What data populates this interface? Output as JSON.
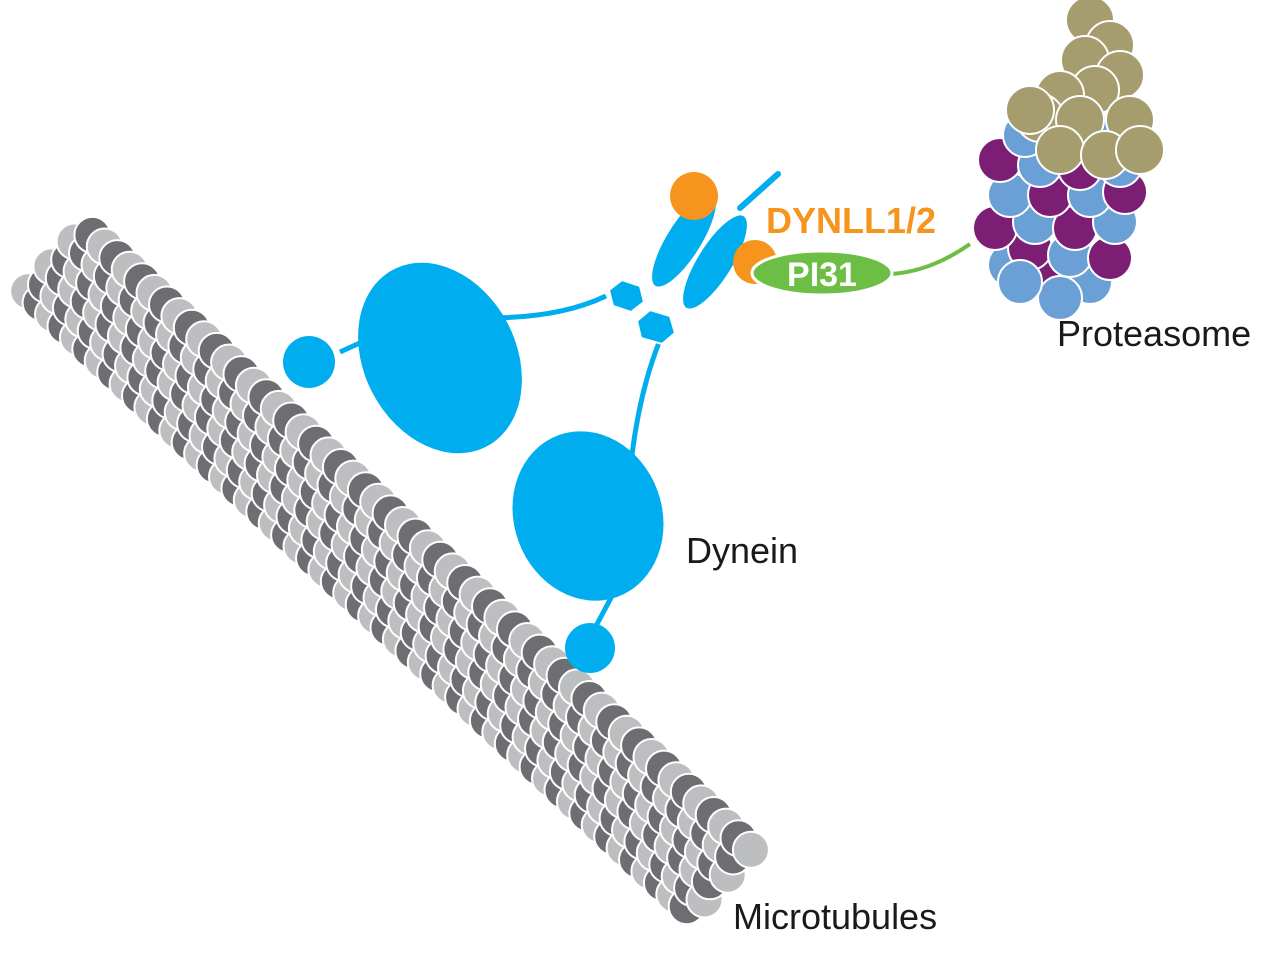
{
  "labels": {
    "dynll": "DYNLL1/2",
    "pi31": "PI31",
    "proteasome": "Proteasome",
    "dynein": "Dynein",
    "microtubules": "Microtubules"
  },
  "colors": {
    "dynein": "#00aeef",
    "dynll": "#f7941d",
    "pi31": "#6dbe45",
    "microtubule_light": "#bcbec0",
    "microtubule_dark": "#6d6e71",
    "proteasome_tan": "#a59d6e",
    "proteasome_blue": "#6ba0d6",
    "proteasome_purple": "#7b1e74"
  }
}
